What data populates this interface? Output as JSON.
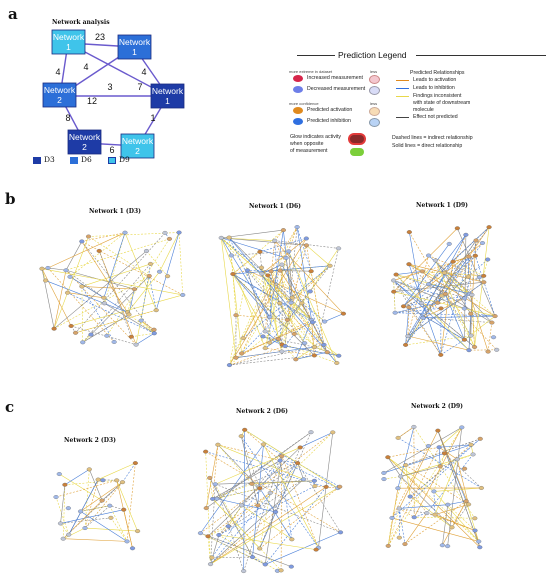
{
  "panels": {
    "a": "a",
    "b": "b",
    "c": "c"
  },
  "overview": {
    "title": "Network analysis",
    "nodes": [
      {
        "id": "d9n1",
        "line1": "Network",
        "line2": "1",
        "fill": "#3fc4ea"
      },
      {
        "id": "d6n1",
        "line1": "Network",
        "line2": "1",
        "fill": "#2c6fd8"
      },
      {
        "id": "d6n2",
        "line1": "Network",
        "line2": "2",
        "fill": "#2c6fd8"
      },
      {
        "id": "d3n1",
        "line1": "Network",
        "line2": "1",
        "fill": "#1e3ba6"
      },
      {
        "id": "d3n2",
        "line1": "Network",
        "line2": "2",
        "fill": "#1e3ba6"
      },
      {
        "id": "d9n2",
        "line1": "Network",
        "line2": "2",
        "fill": "#3fc4ea"
      }
    ],
    "edge_labels": [
      "23",
      "4",
      "4",
      "4",
      "3",
      "7",
      "12",
      "8",
      "6",
      "1"
    ],
    "key": [
      {
        "label": "D3",
        "color": "#1e3ba6"
      },
      {
        "label": "D6",
        "color": "#2c6fd8"
      },
      {
        "label": "D9",
        "color": "#3fc4ea"
      }
    ]
  },
  "legend": {
    "title": "Prediction Legend",
    "more_extreme": "more extreme in dataset",
    "less1": "less",
    "increased": "Increased measurement",
    "decreased": "Decreased measurement",
    "more_confidence": "more confidence",
    "less2": "less",
    "pred_activation": "Predicted activation",
    "pred_inhibition": "Predicted inhibition",
    "glow1": "Glow indicates activity",
    "glow2": "when opposite",
    "glow3": "of measurement",
    "rel_title": "Predicted Relationships",
    "rel1": "Leads to activation",
    "rel2": "Leads to inhibition",
    "rel3a": "Findings inconsistent",
    "rel3b": "with state of downstream",
    "rel3c": "molecule",
    "rel4": "Effect not predicted",
    "dashed": "Dashed lines = indirect relationship",
    "solid": "Solid lines = direct relationship",
    "colors": {
      "increase": "#d6254a",
      "decrease": "#6d7ee8",
      "activation": "#e08a1e",
      "inhibition": "#2f6fe0",
      "inconsistent": "#e8d84a",
      "glow_red": "#e23a3a",
      "glow_green": "#7ccf3a"
    }
  },
  "network_titles": {
    "b1": "Network 1 (D3)",
    "b2": "Network 1 (D6)",
    "b3": "Network 1 (D9)",
    "c1": "Network 2 (D3)",
    "c2": "Network 2 (D6)",
    "c3": "Network 2 (D9)"
  }
}
